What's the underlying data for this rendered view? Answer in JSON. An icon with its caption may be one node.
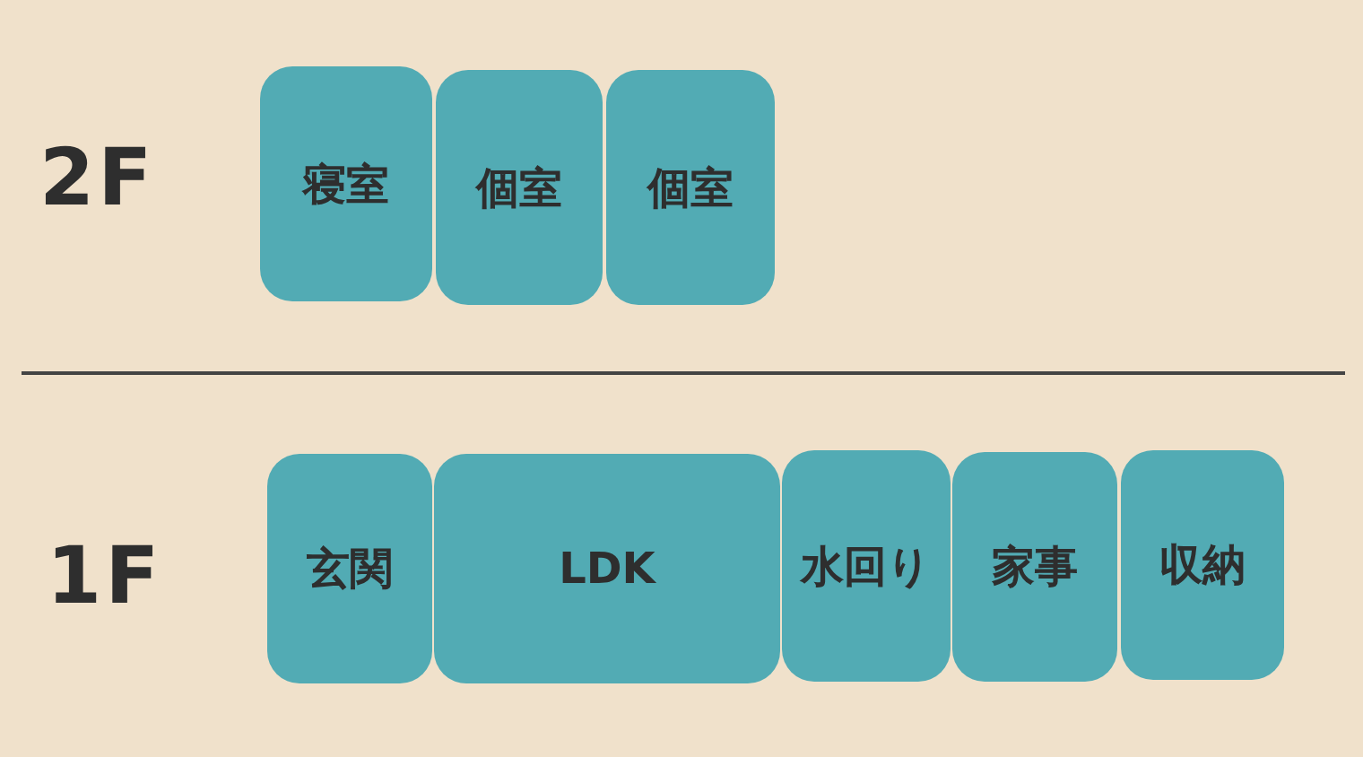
{
  "diagram": {
    "nodes": [
      {
        "text": [
          "寝室"
        ]
      },
      {
        "text": [
          "個室"
        ]
      },
      {
        "text": [
          "個室"
        ]
      },
      {
        "text": [
          "玄関"
        ]
      },
      {
        "text": [
          "LDK"
        ]
      },
      {
        "text": [
          "水回り"
        ]
      },
      {
        "text": [
          "家事"
        ]
      },
      {
        "text": [
          "収納"
        ]
      }
    ],
    "edges": [],
    "labels": [
      "2F",
      "1F"
    ]
  }
}
